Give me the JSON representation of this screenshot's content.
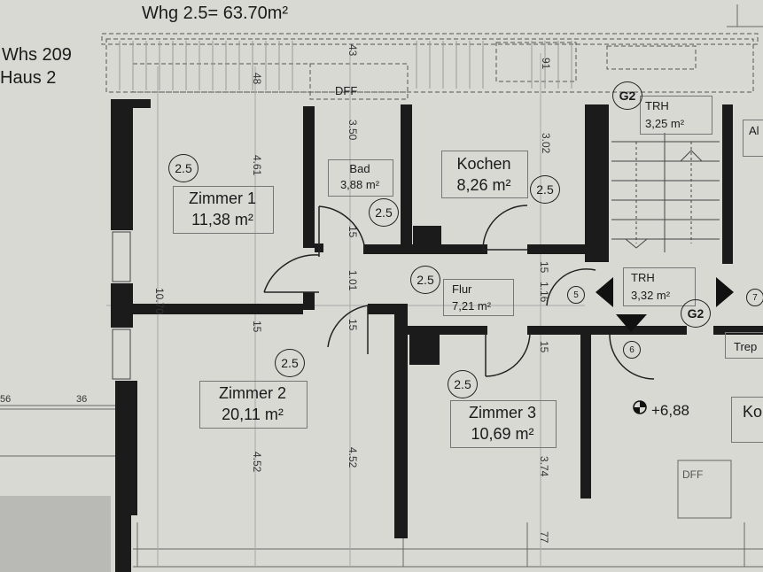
{
  "header": {
    "title": "Whg 2.5= 63.70m²",
    "building": "Whs 209",
    "house": "Haus 2"
  },
  "rooms": {
    "zimmer1": {
      "name": "Zimmer 1",
      "area": "11,38 m²"
    },
    "bad": {
      "name": "Bad",
      "area": "3,88 m²"
    },
    "kochen": {
      "name": "Kochen",
      "area": "8,26 m²"
    },
    "trh_top": {
      "name": "TRH",
      "area": "3,25 m²"
    },
    "flur": {
      "name": "Flur",
      "area": "7,21 m²"
    },
    "trh_bottom": {
      "name": "TRH",
      "area": "3,32 m²"
    },
    "zimmer2": {
      "name": "Zimmer 2",
      "area": "20,11 m²"
    },
    "zimmer3": {
      "name": "Zimmer 3",
      "area": "10,69 m²"
    },
    "trep": "Trep",
    "ko": "Ko",
    "al": "Al"
  },
  "markers": {
    "category": "2.5",
    "g2": "G2",
    "level": "+6,88",
    "dff": "DFF",
    "n5": "5",
    "n6": "6",
    "n7": "7"
  },
  "dimensions": {
    "d43": "43",
    "d48": "48",
    "d91": "91",
    "d3_50": "3.50",
    "d3_02": "3.02",
    "d4_61": "4.61",
    "d10_70": "10.70",
    "d15a": "15",
    "d1_01": "1.01",
    "d15b": "15",
    "d15c": "15",
    "d1_16": "1.16",
    "d15d": "15",
    "d15e": "15",
    "d4_52a": "4.52",
    "d4_52b": "4.52",
    "d3_74": "3.74",
    "d77": "77",
    "d56": "56",
    "d36": "36"
  }
}
